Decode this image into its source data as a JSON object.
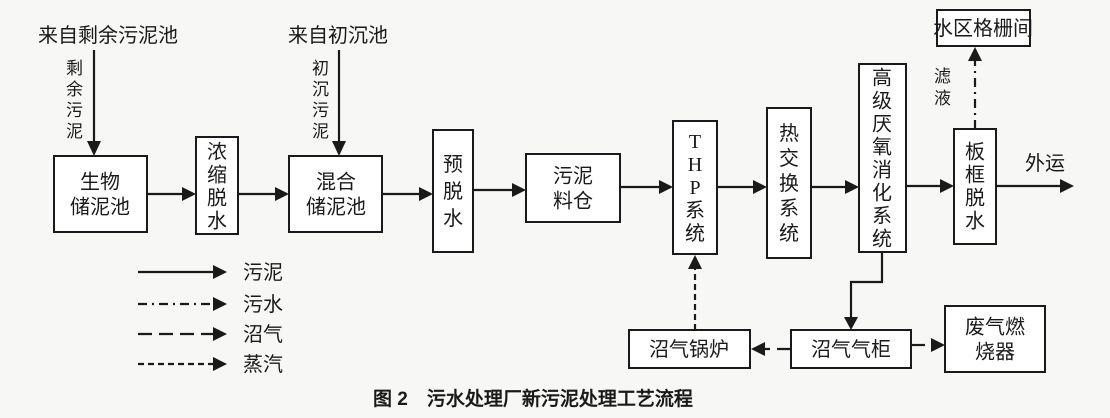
{
  "boxes": {
    "bio_storage": "生物储泥池",
    "thickening": "浓缩脱水",
    "mixing": "混合储泥池",
    "pre_dewatering": "预脱水",
    "silo": "污泥料仓",
    "thp": "THP系统",
    "heat_exchange": "热交换系统",
    "digestion": "高级厌氧消化系统",
    "grid_room": "水区格栅间",
    "plate_press": "板框脱水",
    "boiler": "沼气锅炉",
    "gas_holder": "沼气气柜",
    "flare": "废气燃烧器"
  },
  "labels": {
    "from_excess": "来自剩余污泥池",
    "excess_sludge": "剩余污泥",
    "from_primary": "来自初沉池",
    "primary_sludge": "初沉污泥",
    "filtrate": "滤液",
    "export": "外运"
  },
  "legend": {
    "sludge": "污泥",
    "wastewater": "污水",
    "biogas": "沼气",
    "steam": "蒸汽"
  },
  "caption": "图 2　污水处理厂新污泥处理工艺流程"
}
